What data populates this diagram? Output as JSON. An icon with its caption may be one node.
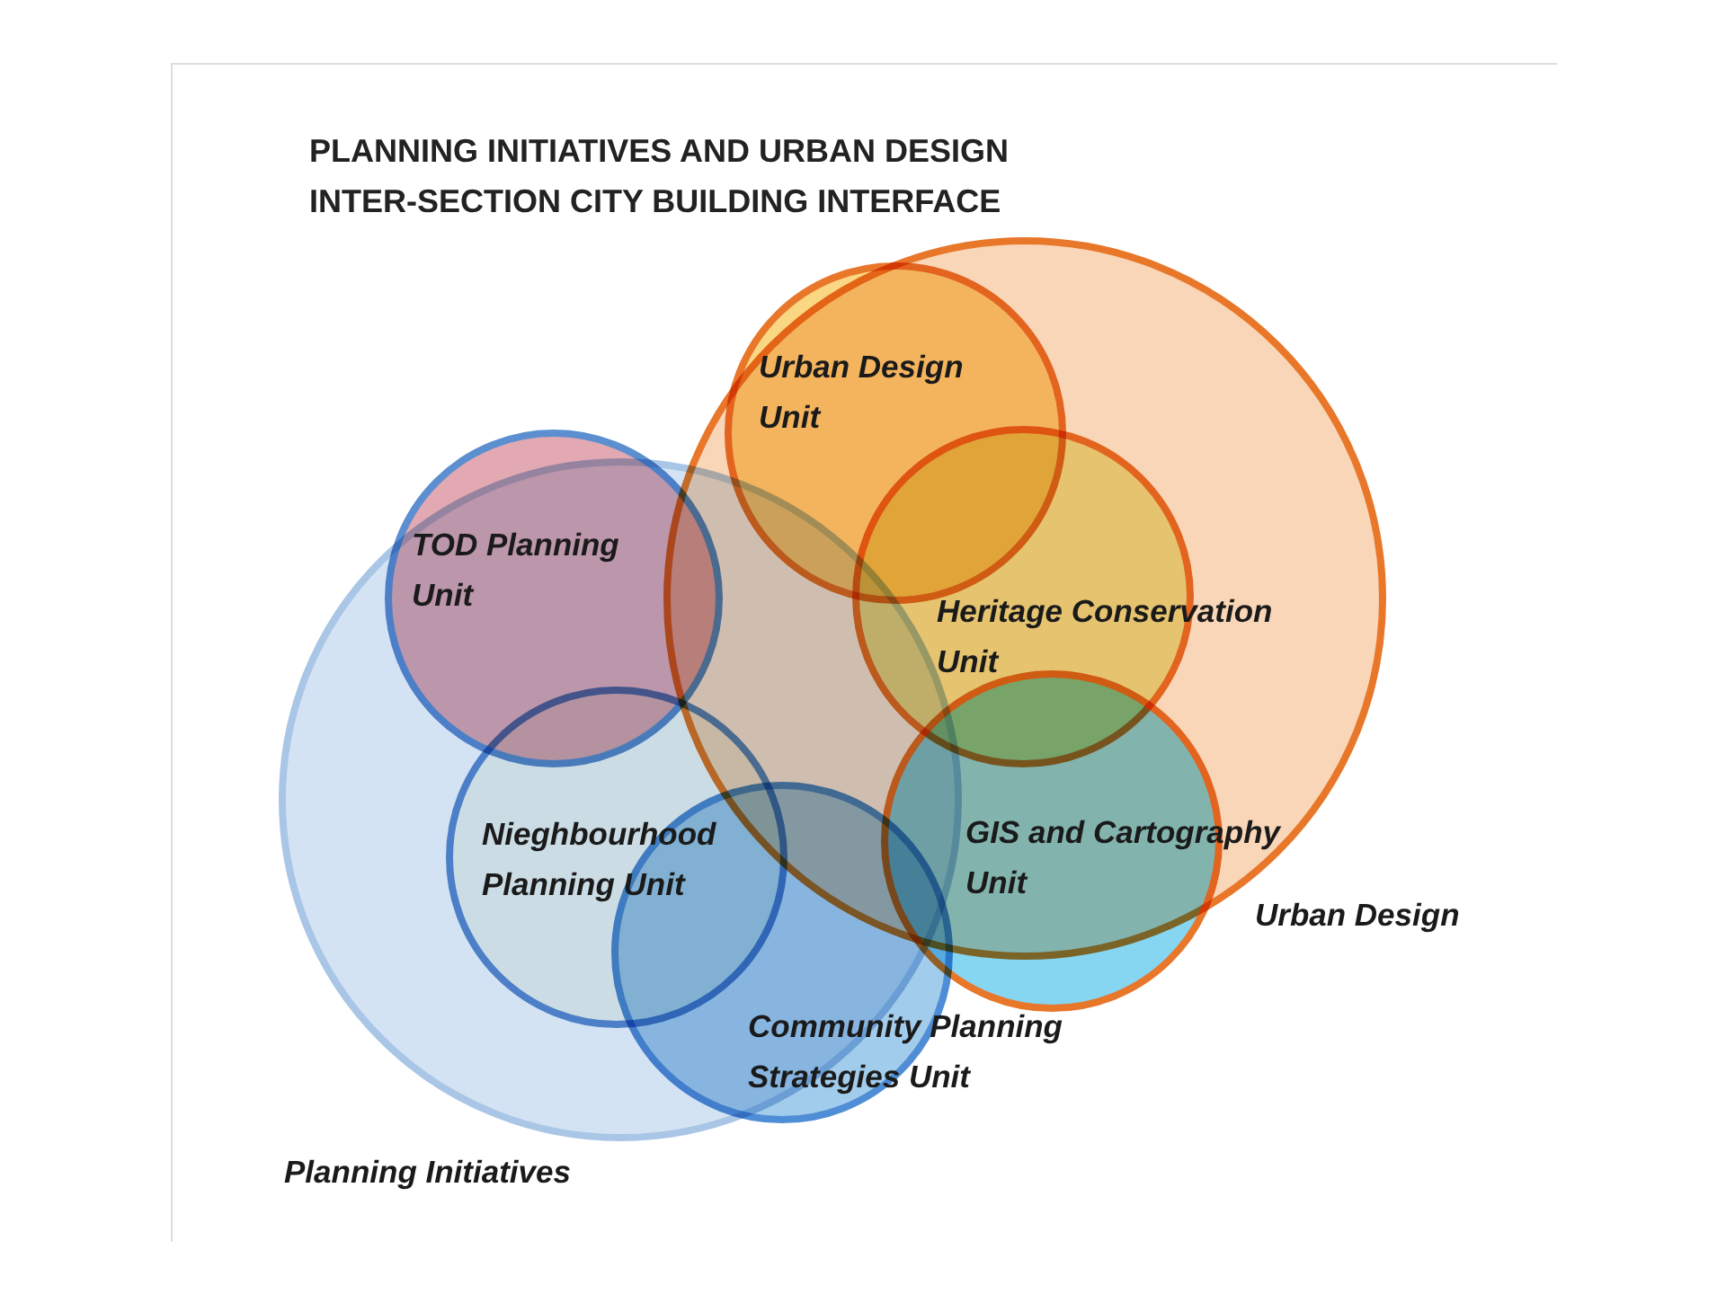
{
  "diagram": {
    "title": "PLANNING INITIATIVES AND URBAN DESIGN INTER-SECTION CITY BUILDING INTERFACE",
    "nodes": [
      {
        "text": [
          "Planning Initiatives"
        ]
      },
      {
        "text": [
          "Urban Design"
        ]
      },
      {
        "text": [
          "Urban Design Unit"
        ],
        "in": 1
      },
      {
        "text": [
          "TOD Planning Unit"
        ]
      },
      {
        "text": [
          "Heritage Conservation Unit"
        ],
        "in": 1
      },
      {
        "text": [
          "Nieghbourhood Planning Unit"
        ],
        "in": 0
      },
      {
        "text": [
          "GIS and Cartography Unit"
        ]
      },
      {
        "text": [
          "Community Planning Strategies Unit"
        ],
        "in": 0
      }
    ]
  }
}
